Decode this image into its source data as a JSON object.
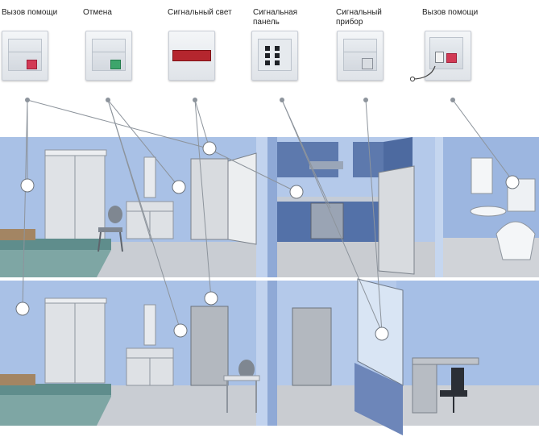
{
  "devices": [
    {
      "label": "Вызов помощи",
      "icon": "red-call-button"
    },
    {
      "label": "Отмена",
      "icon": "green-cancel-button"
    },
    {
      "label": "Сигнальный свет",
      "icon": "red-signal-light"
    },
    {
      "label": "Сигнальная панель",
      "icon": "dot-panel"
    },
    {
      "label": "Сигнальный прибор",
      "icon": "signal-device"
    },
    {
      "label": "Вызов помощи",
      "icon": "pull-cord-call-button"
    }
  ],
  "colors": {
    "wall": "#9db8e0",
    "wall_light": "#c6d6ee",
    "floor": "#c9ccd1",
    "red": "#c4283f",
    "green": "#3da56b",
    "callout_line": "#8d949c"
  }
}
